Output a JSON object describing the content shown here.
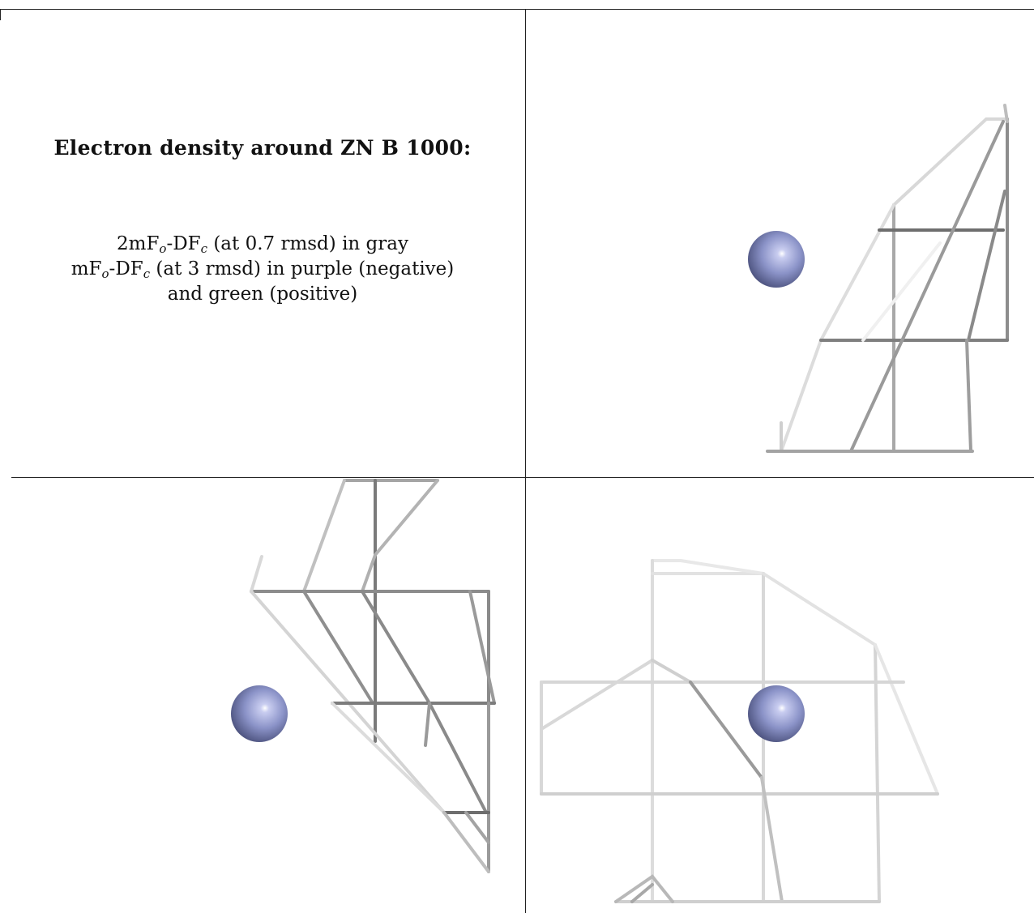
{
  "caption": {
    "title": "Electron density around ZN B 1000:",
    "lines": [
      {
        "pre": "2mF",
        "sub1": "o",
        "mid": "-DF",
        "sub2": "c",
        "post": " (at 0.7 rmsd) in gray"
      },
      {
        "pre": "mF",
        "sub1": "o",
        "mid": "-DF",
        "sub2": "c",
        "post": " (at 3 rmsd) in purple (negative)"
      },
      {
        "text": "and green (positive)"
      }
    ]
  },
  "colors": {
    "atom": "#8b93c8",
    "atom_highlight": "#eef0ff",
    "atom_shadow": "#4c527e",
    "mesh_dark": "#6e6e6e",
    "mesh_light": "#e6e6e6",
    "border": "#222222"
  },
  "panels": [
    {
      "name": "view-top-right",
      "atom": "zinc"
    },
    {
      "name": "view-bottom-left",
      "atom": "zinc"
    },
    {
      "name": "view-bottom-right",
      "atom": "zinc"
    }
  ]
}
